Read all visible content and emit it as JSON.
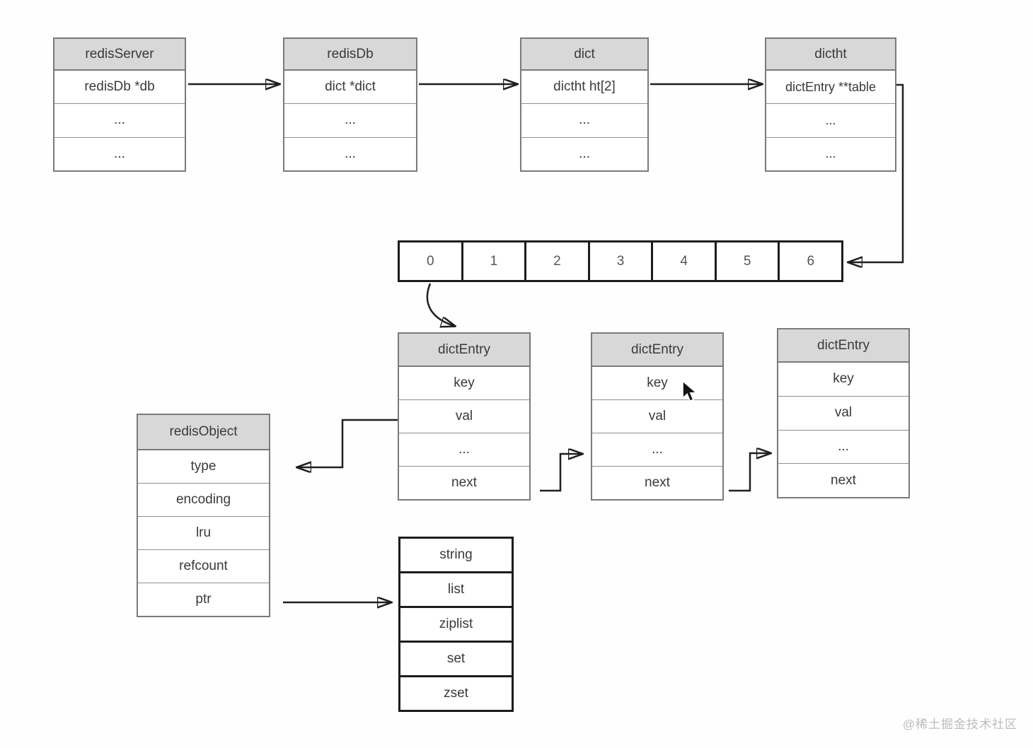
{
  "boxes": {
    "redisServer": {
      "title": "redisServer",
      "rows": [
        "redisDb *db",
        "...",
        "..."
      ]
    },
    "redisDb": {
      "title": "redisDb",
      "rows": [
        "dict *dict",
        "...",
        "..."
      ]
    },
    "dict": {
      "title": "dict",
      "rows": [
        "dictht ht[2]",
        "...",
        "..."
      ]
    },
    "dictht": {
      "title": "dictht",
      "rows": [
        "dictEntry **table",
        "...",
        "..."
      ]
    },
    "dictEntry1": {
      "title": "dictEntry",
      "rows": [
        "key",
        "val",
        "...",
        "next"
      ]
    },
    "dictEntry2": {
      "title": "dictEntry",
      "rows": [
        "key",
        "val",
        "...",
        "next"
      ]
    },
    "dictEntry3": {
      "title": "dictEntry",
      "rows": [
        "key",
        "val",
        "...",
        "next"
      ]
    },
    "redisObject": {
      "title": "redisObject",
      "rows": [
        "type",
        "encoding",
        "lru",
        "refcount",
        "ptr"
      ]
    }
  },
  "hash_array": {
    "cells": [
      "0",
      "1",
      "2",
      "3",
      "4",
      "5",
      "6"
    ]
  },
  "type_table": {
    "rows": [
      "string",
      "list",
      "ziplist",
      "set",
      "zset"
    ]
  },
  "icons": {
    "cursor": "mouse-pointer-icon"
  },
  "colors": {
    "header_fill": "#d8d8d8",
    "struct_border": "#7a7a7a",
    "row_separator": "#8f8f8f",
    "dark_border": "#1c1c1c",
    "arrow": "#1f1f1f",
    "text": "#3a3a3a",
    "watermark": "#bcbcbc",
    "background": "#fefefe"
  },
  "watermark": {
    "text": "@稀土掘金技术社区"
  }
}
